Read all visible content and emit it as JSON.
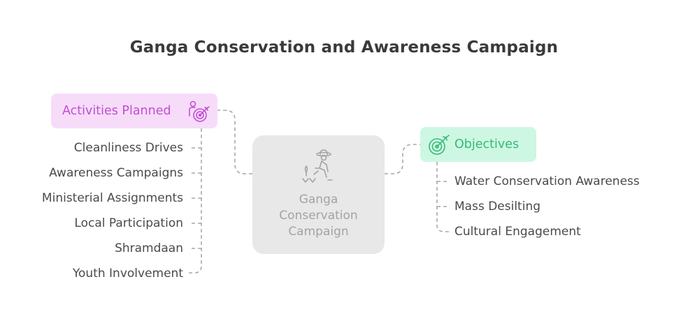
{
  "title": "Ganga Conservation and Awareness Campaign",
  "center": {
    "label_lines": [
      "Ganga",
      "Conservation",
      "Campaign"
    ],
    "icon": "farmer-planting-icon"
  },
  "branches": {
    "activities": {
      "label": "Activities Planned",
      "icon": "person-target-icon",
      "items": [
        "Cleanliness Drives",
        "Awareness Campaigns",
        "Ministerial Assignments",
        "Local Participation",
        "Shramdaan",
        "Youth Involvement"
      ]
    },
    "objectives": {
      "label": "Objectives",
      "icon": "target-arrow-icon",
      "items": [
        "Water Conservation Awareness",
        "Mass Desilting",
        "Cultural Engagement"
      ]
    }
  },
  "colors": {
    "title": "#3a3a3a",
    "center_bg": "#e8e8e8",
    "center_text": "#a3a3a3",
    "activities_bg": "#f7dcfa",
    "activities_text": "#c04fd2",
    "objectives_bg": "#cdf7e2",
    "objectives_text": "#37ba78",
    "leaf_text": "#4a4a4a",
    "connector": "#a8a8a8"
  }
}
